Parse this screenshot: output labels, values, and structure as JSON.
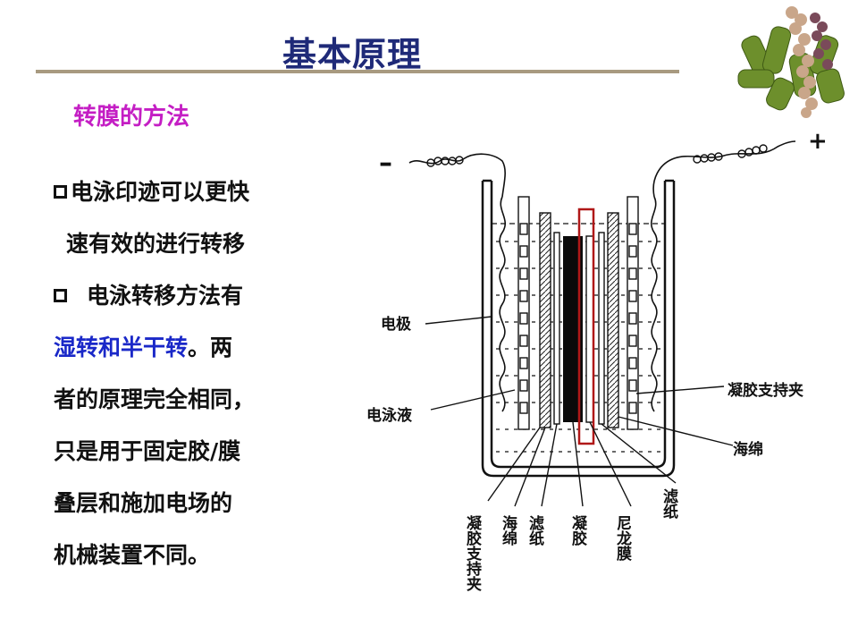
{
  "title": "基本原理",
  "subtitle": "转膜的方法",
  "bullets": {
    "line1": "电泳印迹可以更快",
    "line2": "速有效的进行转移",
    "line3": "电泳转移方法有",
    "line4_highlight": "湿转和半干转",
    "line4_rest": "。两",
    "line5": "者的原理完全相同，",
    "line6": "只是用于固定胶/膜",
    "line7": "叠层和施加电场的",
    "line8": "机械装置不同。"
  },
  "diagram": {
    "minus_sign": "–",
    "plus_sign": "+",
    "labels_left": {
      "electrode": "电极",
      "buffer": "电泳液"
    },
    "labels_right": {
      "gel_holder": "凝胶支持夹",
      "sponge": "海绵"
    },
    "labels_bottom": {
      "gel_holder": "凝胶支持夹",
      "sponge": "海绵",
      "filter_paper": "滤纸",
      "gel": "凝胶",
      "nylon_membrane": "尼龙膜",
      "filter_paper_right": "滤纸"
    }
  },
  "colors": {
    "title": "#1f2a78",
    "subtitle": "#c41ec4",
    "highlight": "#1a28c8",
    "rule": "#a89a80",
    "marker": "#b01818"
  }
}
